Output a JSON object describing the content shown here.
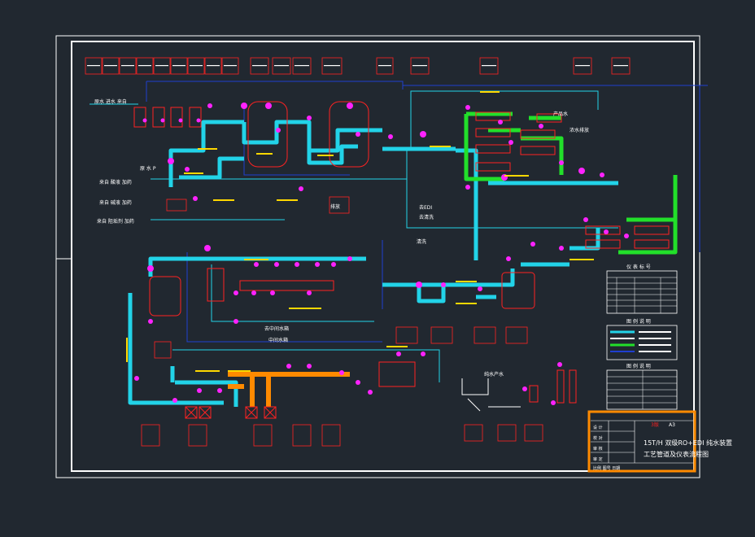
{
  "drawing": {
    "background": "#212830",
    "title_line1": "15T/H 双级RO+EDI 纯水装置",
    "title_line2": "工艺管道及仪表流程图",
    "title_tag": "3版",
    "title_code": "A3"
  },
  "colors": {
    "frame": "#ffffff",
    "blue_line": "#1f3fd0",
    "cyan_pipe": "#22d3e8",
    "green_pipe": "#22e02a",
    "magenta": "#ff22ff",
    "red_box": "#ff2222",
    "yellow": "#ffd800",
    "orange": "#ff8a00",
    "white_text": "#ffffff"
  },
  "text": {
    "inlet_raw": "原水 进水 来自",
    "inlet_main": "原 水 P",
    "acid_line": "来自 酸液 加药",
    "alkali_line": "来自 碱液 加药",
    "scale_line": "来自 阻垢剂 加药",
    "drain": "排放",
    "to_rinse": "去清洗",
    "to_edi": "去EDI",
    "out_pure": "纯水产水",
    "cip": "清洗",
    "product": "产品水",
    "conc": "浓水排放",
    "to_tank": "去中间水箱",
    "tank_out": "中间水箱"
  },
  "tables": {
    "instrument_title": "仪 表 标 号",
    "legend1_title": "图 例 说 明",
    "legend2_title": "图 例 说 明"
  },
  "title_block": {
    "rows": [
      "设 计",
      "校 对",
      "审 核",
      "审 定"
    ],
    "bottom": "比例  图号  日期"
  }
}
